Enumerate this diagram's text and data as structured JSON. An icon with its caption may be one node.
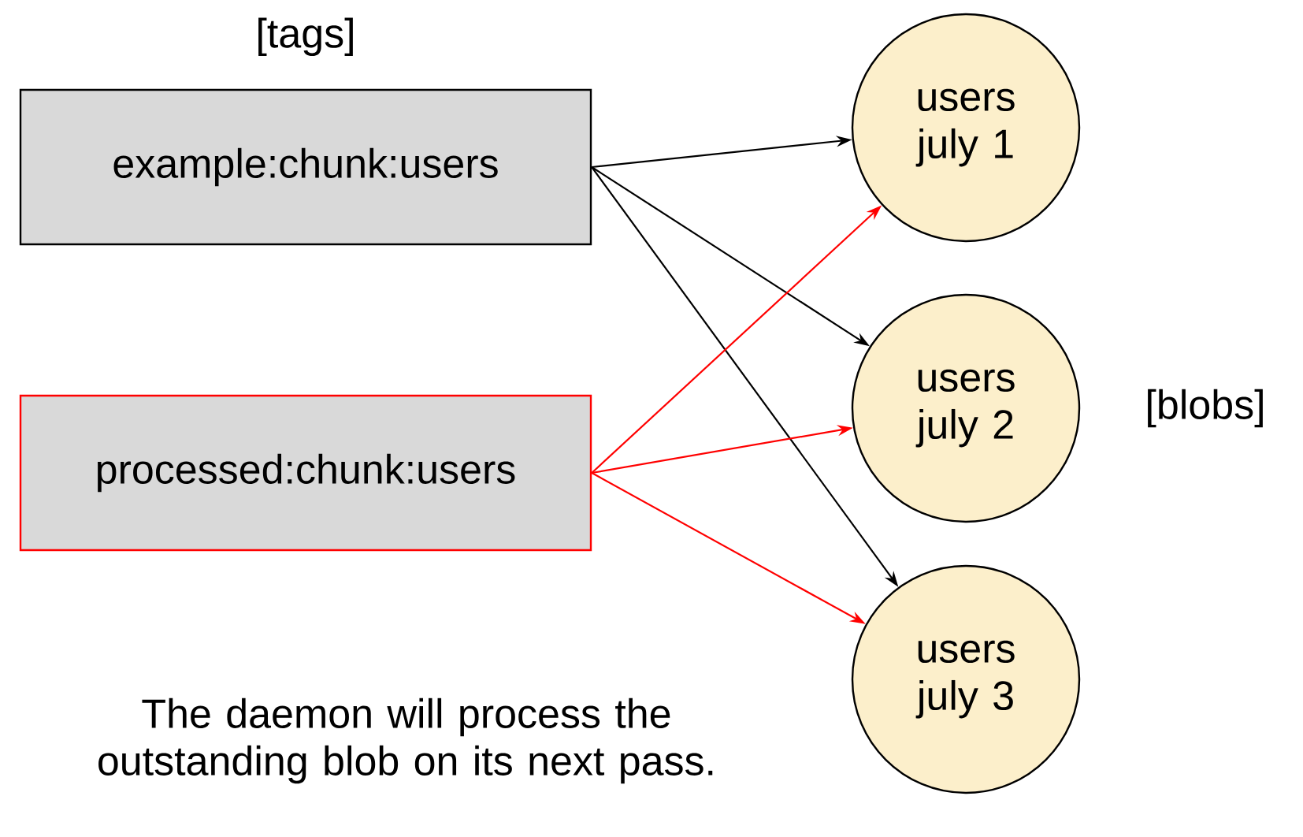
{
  "diagram": {
    "nodes": [
      {
        "text": [
          "example:chunk:users"
        ],
        "beside": [
          "[tags]"
        ]
      },
      {
        "text": [
          "processed:chunk:users"
        ]
      },
      {
        "text": [
          "users july 1"
        ]
      },
      {
        "text": [
          "users july 2"
        ]
      },
      {
        "text": [
          "users july 3"
        ]
      }
    ],
    "edges": [
      {
        "from": 0,
        "to": 2,
        "arrow": "to"
      },
      {
        "from": 0,
        "to": 3,
        "arrow": "to"
      },
      {
        "from": 0,
        "to": 4,
        "arrow": "to"
      },
      {
        "from": 1,
        "to": 2,
        "arrow": "to",
        "color": "#ff0000"
      },
      {
        "from": 1,
        "to": 3,
        "arrow": "to",
        "color": "#ff0000"
      },
      {
        "from": 1,
        "to": 4,
        "arrow": "to",
        "color": "#ff0000"
      }
    ],
    "labels": [
      "[blobs]",
      "The daemon will process the outstanding blob on its next pass."
    ]
  }
}
